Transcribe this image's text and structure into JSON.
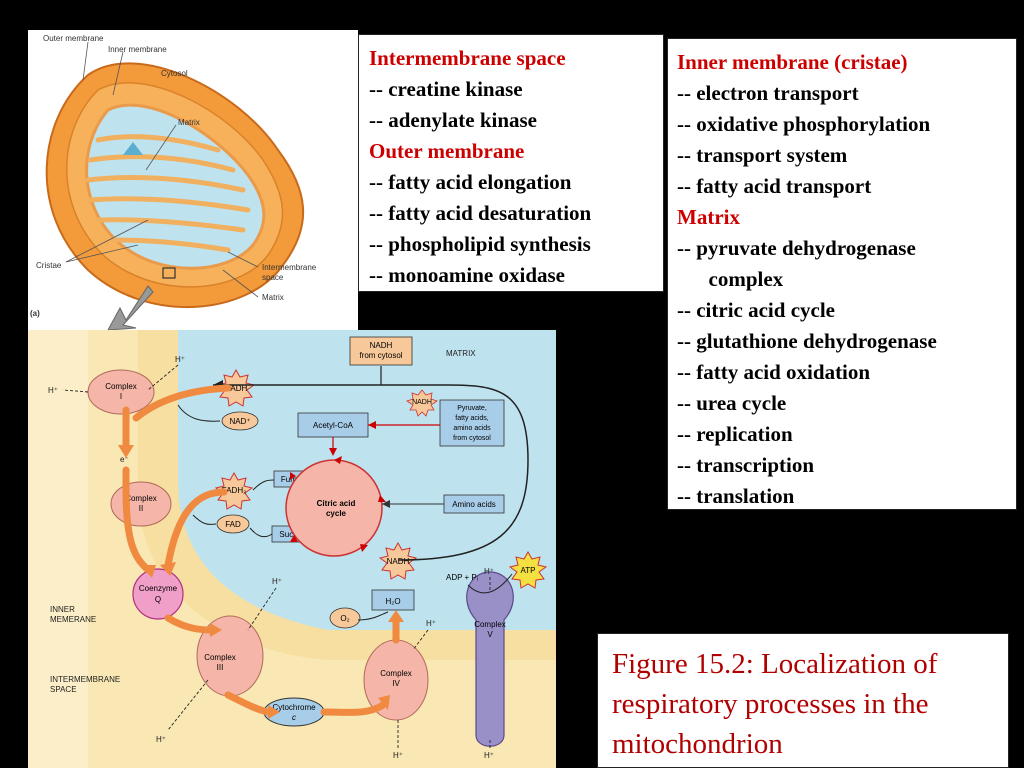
{
  "mito": {
    "labels": {
      "outer_membrane": "Outer membrane",
      "inner_membrane": "Inner membrane",
      "cytosol": "Cytosol",
      "matrix": "Matrix",
      "cristae": "Cristae",
      "intermembrane_space_1": "Intermembrane",
      "intermembrane_space_2": "space",
      "matrix_bottom": "Matrix",
      "panel_letter": "(a)"
    }
  },
  "pathway": {
    "nadh_cytosol_1": "NADH",
    "nadh_cytosol_2": "from cytosol",
    "matrix_label": "MATRIX",
    "h_plus": "H⁺",
    "complex_i_1": "Complex",
    "complex_i_2": "I",
    "nadh": "NADH",
    "nad_plus": "NAD⁺",
    "e_minus": "e⁻",
    "acetyl_coa": "Acetyl-CoA",
    "pyruvate_1": "Pyruvate,",
    "pyruvate_2": "fatty acids,",
    "pyruvate_3": "amino acids",
    "pyruvate_4": "from cytosol",
    "complex_ii_1": "Complex",
    "complex_ii_2": "II",
    "fadh2": "FADH₂",
    "fad": "FAD",
    "fumarate": "Fumarate",
    "succinate": "Succinate",
    "cac_1": "Citric acid",
    "cac_2": "cycle",
    "amino_acids": "Amino acids",
    "coenzyme_1": "Coenzyme",
    "coenzyme_2": "Q",
    "adp": "ADP + Pᵢ",
    "atp": "ATP",
    "o2": "O₂",
    "h2o": "H₂O",
    "complex_iii_1": "Complex",
    "complex_iii_2": "III",
    "complex_iv_1": "Complex",
    "complex_iv_2": "IV",
    "complex_v_1": "Complex",
    "complex_v_2": "V",
    "cytochrome_1": "Cytochrome",
    "cytochrome_2": "c",
    "inner_memb_1": "INNER",
    "inner_memb_2": "MEMERANE",
    "ims_1": "INTERMEMBRANE",
    "ims_2": "SPACE"
  },
  "panel_left": {
    "heading1": "Intermembrane space",
    "items1": [
      "-- creatine kinase",
      "-- adenylate kinase"
    ],
    "heading2": "Outer membrane",
    "items2": [
      "-- fatty acid elongation",
      "-- fatty acid desaturation",
      "-- phospholipid synthesis",
      "-- monoamine oxidase"
    ]
  },
  "panel_right": {
    "heading1": "Inner membrane (cristae)",
    "items1": [
      "-- electron transport",
      "-- oxidative phosphorylation",
      "-- transport system",
      "-- fatty acid transport"
    ],
    "heading2": "Matrix",
    "items2": [
      "-- pyruvate dehydrogenase",
      "      complex",
      "-- citric acid cycle",
      "-- glutathione dehydrogenase",
      "-- fatty acid oxidation",
      "-- urea cycle",
      "-- replication",
      "-- transcription",
      "-- translation"
    ]
  },
  "caption": {
    "lines": [
      "Figure 15.2: Localization of",
      "respiratory processes in the",
      "mitochondrion"
    ]
  },
  "colors": {
    "heading_red": "#cc0000",
    "caption_red": "#b00000",
    "mito_orange": "#f39a3a",
    "matrix_blue": "#bfe3ee",
    "membrane_tan": "#f6dfa0",
    "complex_pink": "#f5b5a8",
    "arrow_orange": "#f08a40"
  }
}
